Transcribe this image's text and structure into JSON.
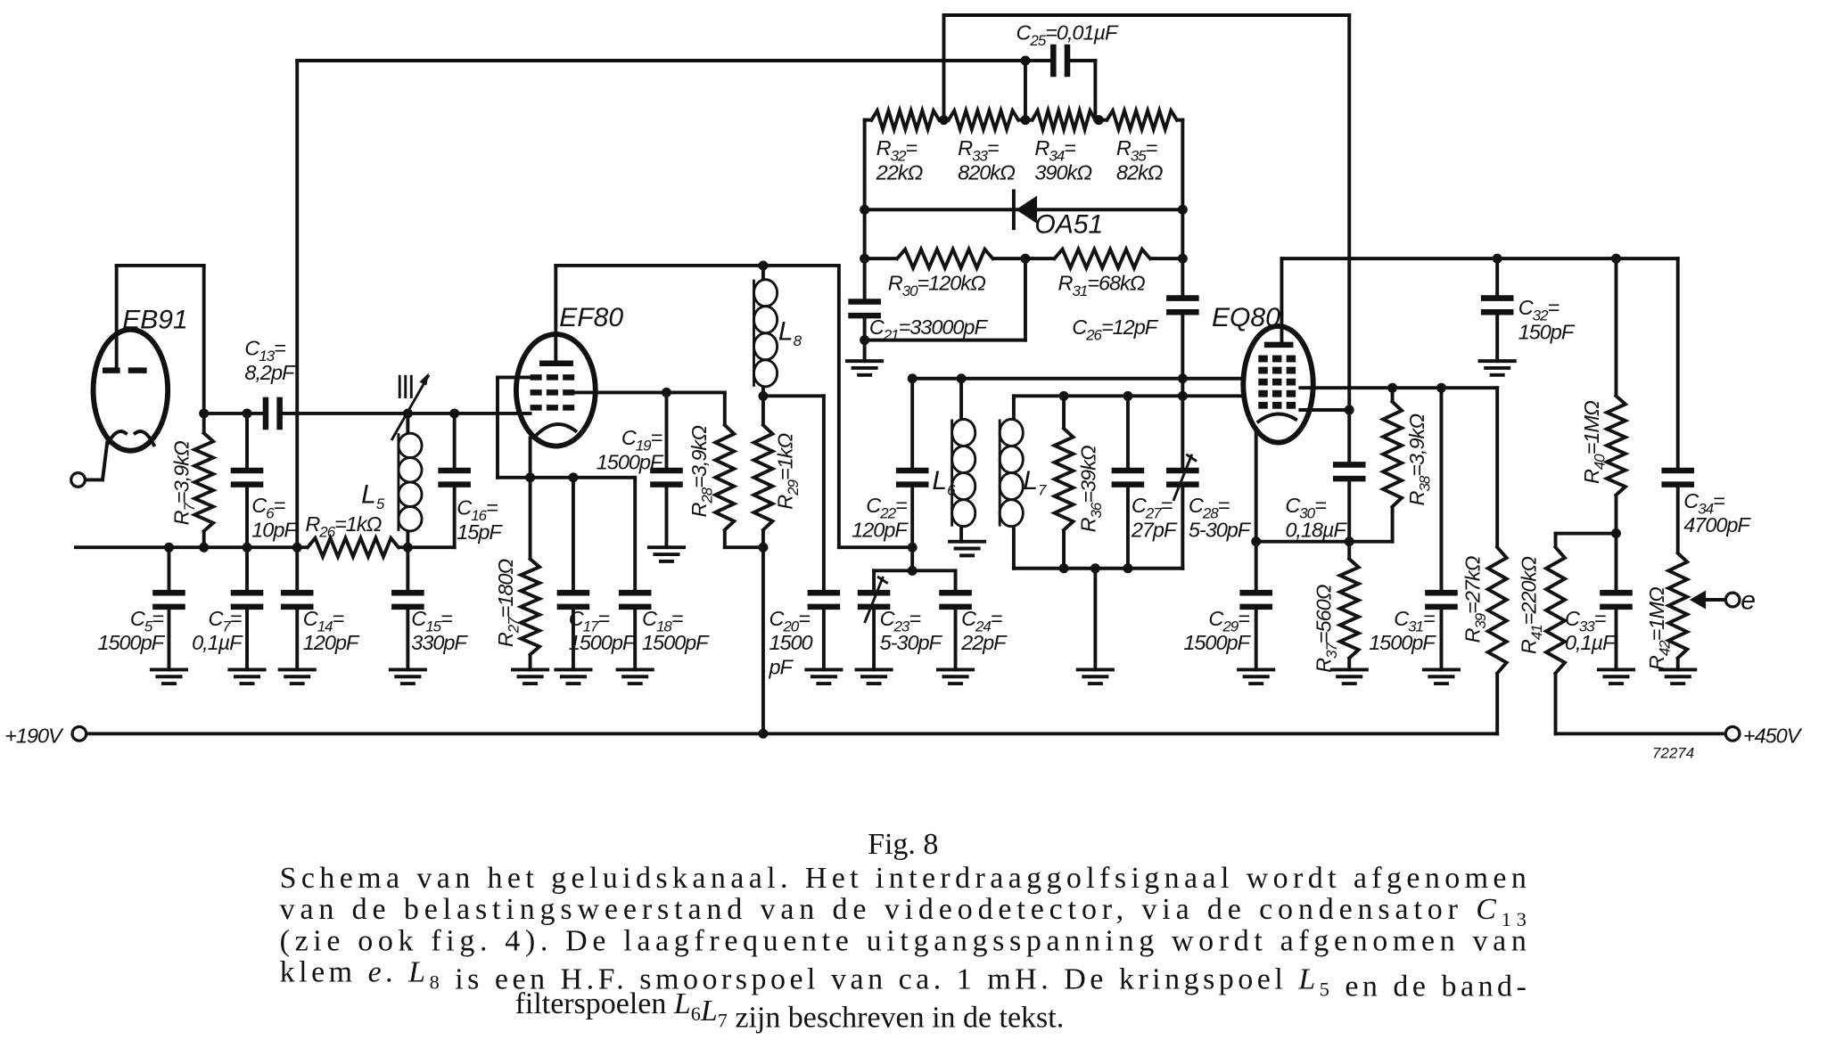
{
  "tubes": {
    "EB91": "EB91",
    "EF80": "EF80",
    "EQ80": "EQ80"
  },
  "diode": "OA51",
  "inductors": {
    "L5": {
      "name": "L",
      "sub": "5"
    },
    "L6": {
      "name": "L",
      "sub": "6"
    },
    "L7": {
      "name": "L",
      "sub": "7"
    },
    "L8": {
      "name": "L",
      "sub": "8"
    }
  },
  "components": {
    "C5": {
      "name": "C",
      "sub": "5",
      "value": "1500pF"
    },
    "C6": {
      "name": "C",
      "sub": "6",
      "value": "10pF"
    },
    "C7": {
      "name": "C",
      "sub": "7",
      "value": "0,1µF"
    },
    "C13": {
      "name": "C",
      "sub": "13",
      "value": "8,2pF"
    },
    "C14": {
      "name": "C",
      "sub": "14",
      "value": "120pF"
    },
    "C15": {
      "name": "C",
      "sub": "15",
      "value": "330pF"
    },
    "C16": {
      "name": "C",
      "sub": "16",
      "value": "15pF"
    },
    "C17": {
      "name": "C",
      "sub": "17",
      "value": "1500pF"
    },
    "C18": {
      "name": "C",
      "sub": "18",
      "value": "1500pF"
    },
    "C19": {
      "name": "C",
      "sub": "19",
      "value": "1500pF"
    },
    "C20": {
      "name": "C",
      "sub": "20",
      "value": "1500 pF"
    },
    "C21": {
      "name": "C",
      "sub": "21",
      "value": "33000pF"
    },
    "C22": {
      "name": "C",
      "sub": "22",
      "value": "120pF"
    },
    "C23": {
      "name": "C",
      "sub": "23",
      "value": "5-30pF"
    },
    "C24": {
      "name": "C",
      "sub": "24",
      "value": "22pF"
    },
    "C25": {
      "name": "C",
      "sub": "25",
      "value": "0,01µF"
    },
    "C26": {
      "name": "C",
      "sub": "26",
      "value": "12pF"
    },
    "C27": {
      "name": "C",
      "sub": "27",
      "value": "27pF"
    },
    "C28": {
      "name": "C",
      "sub": "28",
      "value": "5-30pF"
    },
    "C29": {
      "name": "C",
      "sub": "29",
      "value": "1500pF"
    },
    "C30": {
      "name": "C",
      "sub": "30",
      "value": "0,18µF"
    },
    "C31": {
      "name": "C",
      "sub": "31",
      "value": "1500pF"
    },
    "C32": {
      "name": "C",
      "sub": "32",
      "value": "150pF"
    },
    "C33": {
      "name": "C",
      "sub": "33",
      "value": "0,1µF"
    },
    "C34": {
      "name": "C",
      "sub": "34",
      "value": "4700pF"
    },
    "R7": {
      "name": "R",
      "sub": "7",
      "value": "3,9kΩ"
    },
    "R26": {
      "name": "R",
      "sub": "26",
      "value": "1kΩ"
    },
    "R27": {
      "name": "R",
      "sub": "27",
      "value": "180Ω"
    },
    "R28": {
      "name": "R",
      "sub": "28",
      "value": "3,9kΩ"
    },
    "R29": {
      "name": "R",
      "sub": "29",
      "value": "1kΩ"
    },
    "R30": {
      "name": "R",
      "sub": "30",
      "value": "120kΩ"
    },
    "R31": {
      "name": "R",
      "sub": "31",
      "value": "68kΩ"
    },
    "R32": {
      "name": "R",
      "sub": "32",
      "value": "22kΩ"
    },
    "R33": {
      "name": "R",
      "sub": "33",
      "value": "820kΩ"
    },
    "R34": {
      "name": "R",
      "sub": "34",
      "value": "390kΩ"
    },
    "R35": {
      "name": "R",
      "sub": "35",
      "value": "82kΩ"
    },
    "R36": {
      "name": "R",
      "sub": "36",
      "value": "39kΩ"
    },
    "R37": {
      "name": "R",
      "sub": "37",
      "value": "560Ω"
    },
    "R38": {
      "name": "R",
      "sub": "38",
      "value": "3,9kΩ"
    },
    "R39": {
      "name": "R",
      "sub": "39",
      "value": "27kΩ"
    },
    "R40": {
      "name": "R",
      "sub": "40",
      "value": "1MΩ"
    },
    "R41": {
      "name": "R",
      "sub": "41",
      "value": "220kΩ"
    },
    "R42": {
      "name": "R",
      "sub": "42",
      "value": "1MΩ"
    }
  },
  "terminals": {
    "supply_low": "+190V",
    "supply_high": "+450V",
    "output": "e"
  },
  "drawing_number": "72274",
  "caption": {
    "figure": "Fig. 8",
    "lines": [
      [
        {
          "t": "Schema van het geluidskanaal. Het interdraaggolfsignaal wordt afgenomen"
        }
      ],
      [
        {
          "t": "van de belastingsweerstand van de videodetector, via de condensator "
        },
        {
          "i": "C",
          "s": "13"
        }
      ],
      [
        {
          "t": "(zie ook fig. 4). De laagfrequente uitgangsspanning wordt afgenomen van"
        }
      ],
      [
        {
          "t": "klem "
        },
        {
          "i": "e"
        },
        {
          "t": ". "
        },
        {
          "i": "L",
          "s": "8"
        },
        {
          "t": " is een H.F. smoorspoel van ca. 1 mH. De kringspoel "
        },
        {
          "i": "L",
          "s": "5"
        },
        {
          "t": " en de band-"
        }
      ],
      [
        {
          "t": "filterspoelen "
        },
        {
          "i": "L",
          "s": "6"
        },
        {
          "i": "L",
          "s": "7"
        },
        {
          "t": " zijn beschreven in de tekst."
        }
      ]
    ]
  }
}
